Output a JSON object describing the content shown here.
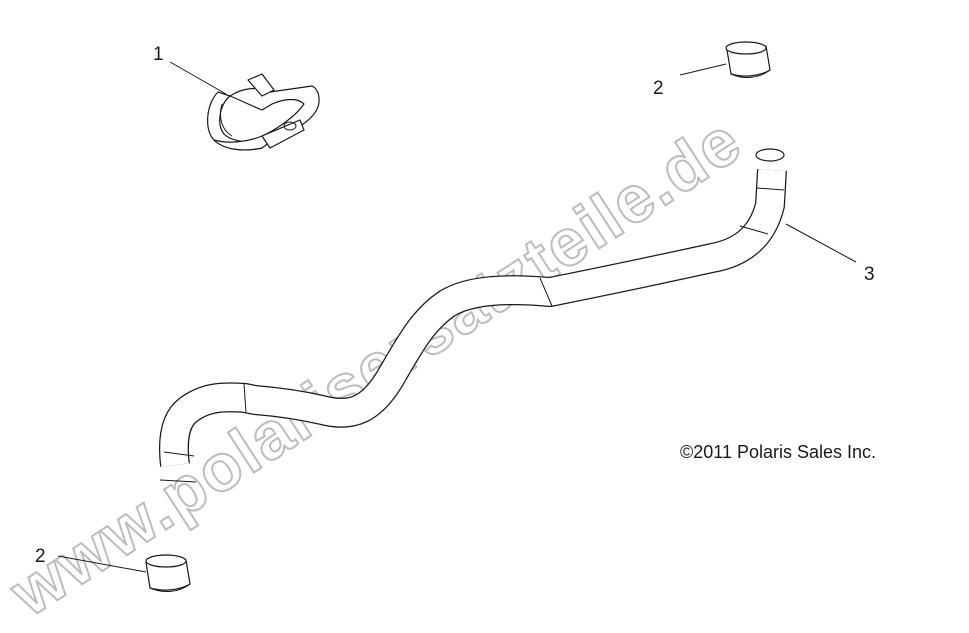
{
  "callouts": {
    "clamp": "1",
    "sleeve_top": "2",
    "hose": "3",
    "sleeve_bottom": "2"
  },
  "copyright": "©2011 Polaris Sales Inc.",
  "watermark": "www.polarisersatzteile.de"
}
